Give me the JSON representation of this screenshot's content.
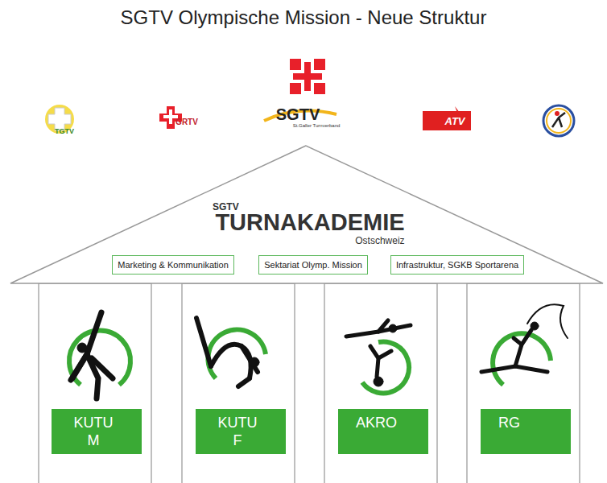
{
  "diagram": {
    "title": "SGTV Olympische Mission - Neue Struktur",
    "nodes": [
      {
        "text": [
          "SGTV",
          "TURNAKADEMIE",
          "Ostschweiz"
        ]
      },
      {
        "text": [
          "Marketing & Kommunikation"
        ],
        "in": 0
      },
      {
        "text": [
          "Sektariat Olymp. Mission"
        ],
        "in": 0
      },
      {
        "text": [
          "Infrastruktur, SGKB Sportarena"
        ],
        "in": 0
      },
      {
        "text": [
          "KUTU M"
        ]
      },
      {
        "text": [
          "KUTU F"
        ]
      },
      {
        "text": [
          "AKRO"
        ]
      },
      {
        "text": [
          "RG"
        ]
      }
    ],
    "labels": [
      "TGTV",
      "GRTV",
      "SGTV",
      "St.Galler Turnverband",
      "ATV"
    ]
  }
}
